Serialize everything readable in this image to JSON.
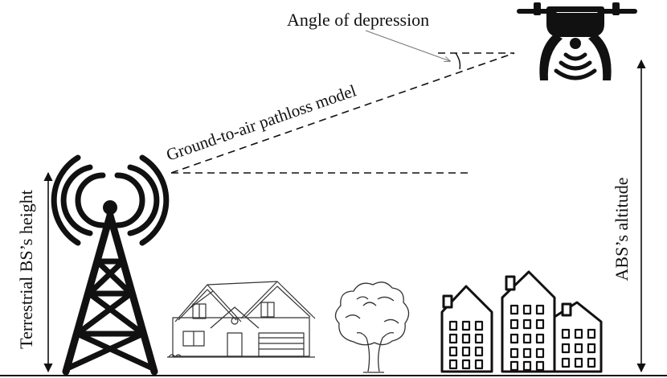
{
  "labels": {
    "angle_of_depression": "Angle of depression",
    "pathloss_model": "Ground-to-air pathloss model",
    "bs_height": "Terrestrial BS’s height",
    "abs_altitude": "ABS’s altitude"
  },
  "icons": {
    "tower": "radio-tower-icon",
    "drone": "drone-icon",
    "house": "house-icon",
    "tree": "tree-icon",
    "buildings": "city-buildings-icon"
  },
  "colors": {
    "ink": "#111111",
    "background": "#ffffff"
  }
}
